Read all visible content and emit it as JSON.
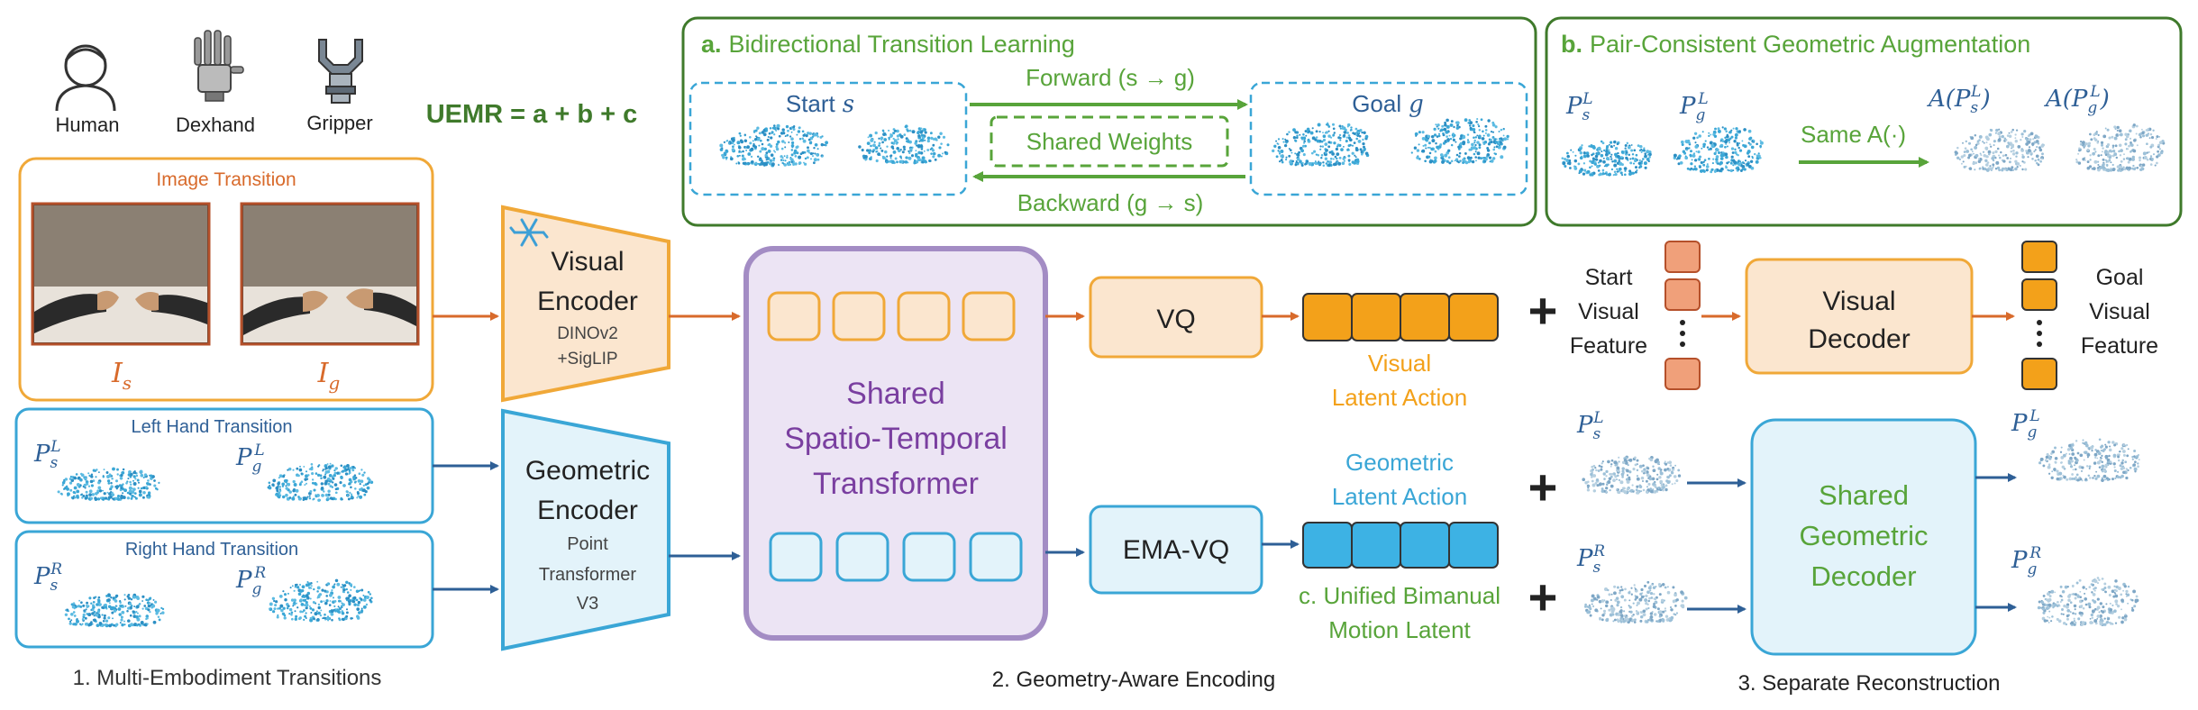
{
  "header": {
    "formula": "UEMR = a + b + c"
  },
  "embodiments": [
    {
      "label": "Human",
      "icon": "human-icon"
    },
    {
      "label": "Dexhand",
      "icon": "dexhand-icon"
    },
    {
      "label": "Gripper",
      "icon": "gripper-icon"
    }
  ],
  "section1": {
    "image_transition": "Image Transition",
    "i_s": "I",
    "i_s_sub": "s",
    "i_g": "I",
    "i_g_sub": "g",
    "left_hand": "Left Hand Transition",
    "right_hand": "Right Hand Transition",
    "ps_l": "P",
    "pg_l": "P",
    "ps_r": "P",
    "pg_r": "P",
    "sub_s": "s",
    "sub_g": "g",
    "sup_l": "L",
    "sup_r": "R",
    "caption": "1. Multi-Embodiment Transitions"
  },
  "visual_encoder": {
    "title1": "Visual",
    "title2": "Encoder",
    "sub1": "DINOv2",
    "sub2": "+SigLIP",
    "icon": "snowflake-icon"
  },
  "geometric_encoder": {
    "title1": "Geometric",
    "title2": "Encoder",
    "sub1": "Point",
    "sub2": "Transformer",
    "sub3": "V3"
  },
  "transformer": {
    "line1": "Shared",
    "line2": "Spatio-Temporal",
    "line3": "Transformer"
  },
  "vq": {
    "label": "VQ"
  },
  "ema_vq": {
    "label": "EMA-VQ"
  },
  "visual_latent": {
    "line1": "Visual",
    "line2": "Latent Action"
  },
  "geometric_latent": {
    "line1": "Geometric",
    "line2": "Latent Action"
  },
  "unified": {
    "line1": "c. Unified Bimanual",
    "line2": "Motion Latent"
  },
  "section2_caption": "2. Geometry-Aware Encoding",
  "panel_a": {
    "title_letter": "a.",
    "title": "Bidirectional Transition Learning",
    "start": "Start",
    "start_var": "s",
    "goal": "Goal",
    "goal_var": "g",
    "forward": "Forward (s → g)",
    "shared_weights": "Shared Weights",
    "backward": "Backward (g → s)"
  },
  "panel_b": {
    "title_letter": "b.",
    "title": "Pair-Consistent Geometric Augmentation",
    "same": "Same A(·)",
    "aug_s": "A(P",
    "aug_close": ")"
  },
  "reconstruction": {
    "start_feature": [
      "Start",
      "Visual",
      "Feature"
    ],
    "goal_feature": [
      "Goal",
      "Visual",
      "Feature"
    ],
    "visual_decoder": [
      "Visual",
      "Decoder"
    ],
    "geometric_decoder": [
      "Shared",
      "Geometric",
      "Decoder"
    ],
    "caption": "3. Separate Reconstruction",
    "plus": "+"
  },
  "colors": {
    "orange": "#d86a2b",
    "orange_fill": "#fbe6cf",
    "latent_orange": "#f3a11a",
    "blue": "#3aa6d6",
    "blue_fill": "#e3f3fa",
    "latent_blue": "#3db2e4",
    "green": "#58a43a",
    "dark_green": "#3f7a2b",
    "purple": "#a38cc4",
    "purple_fill": "#ece4f4",
    "purple_text": "#7a3fa0",
    "arrow_blue": "#2e5f96",
    "point_blue": "#3ba7d6"
  }
}
